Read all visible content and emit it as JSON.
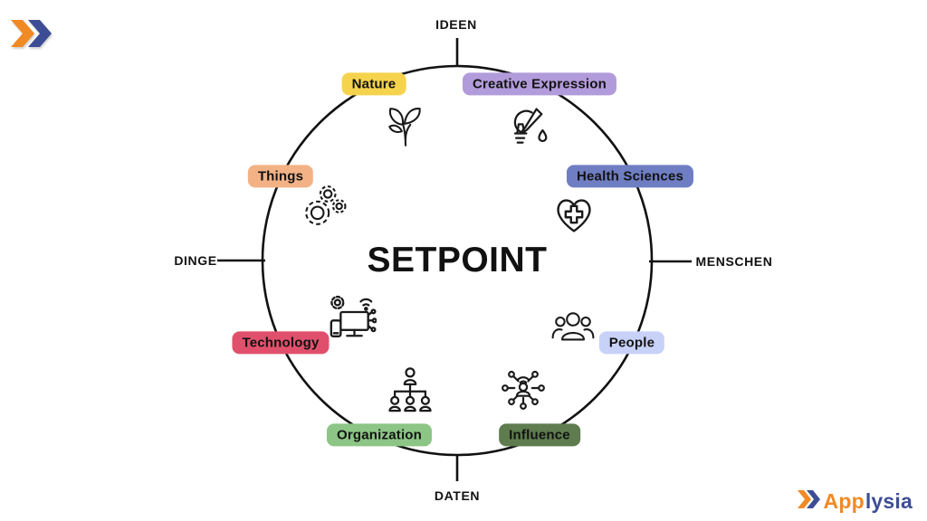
{
  "center": {
    "title": "SETPOINT"
  },
  "axes": {
    "top": "IDEEN",
    "right": "MENSCHEN",
    "bottom": "DATEN",
    "left": "DINGE"
  },
  "segments": [
    {
      "label": "Nature",
      "color": "#F6D34C",
      "icon": "plant-leaves-icon"
    },
    {
      "label": "Creative Expression",
      "color": "#B29BDA",
      "icon": "lightbulb-paintbrush-icon"
    },
    {
      "label": "Health Sciences",
      "color": "#6F7EC3",
      "icon": "heart-cross-icon"
    },
    {
      "label": "People",
      "color": "#C8D1F8",
      "icon": "people-group-icon"
    },
    {
      "label": "Influence",
      "color": "#5E7C4E",
      "icon": "influencer-network-icon"
    },
    {
      "label": "Organization",
      "color": "#8CC585",
      "icon": "org-chart-icon"
    },
    {
      "label": "Technology",
      "color": "#E0506C",
      "icon": "computer-network-icon"
    },
    {
      "label": "Things",
      "color": "#F3B285",
      "icon": "gears-icon"
    }
  ],
  "branding": {
    "chevron_orange": "#F08A24",
    "chevron_blue": "#3D4D95",
    "footer_name_part1": "App",
    "footer_name_part2": "lysia",
    "footer_color_part1": "#F08A24",
    "footer_color_part2": "#3D4D95"
  }
}
